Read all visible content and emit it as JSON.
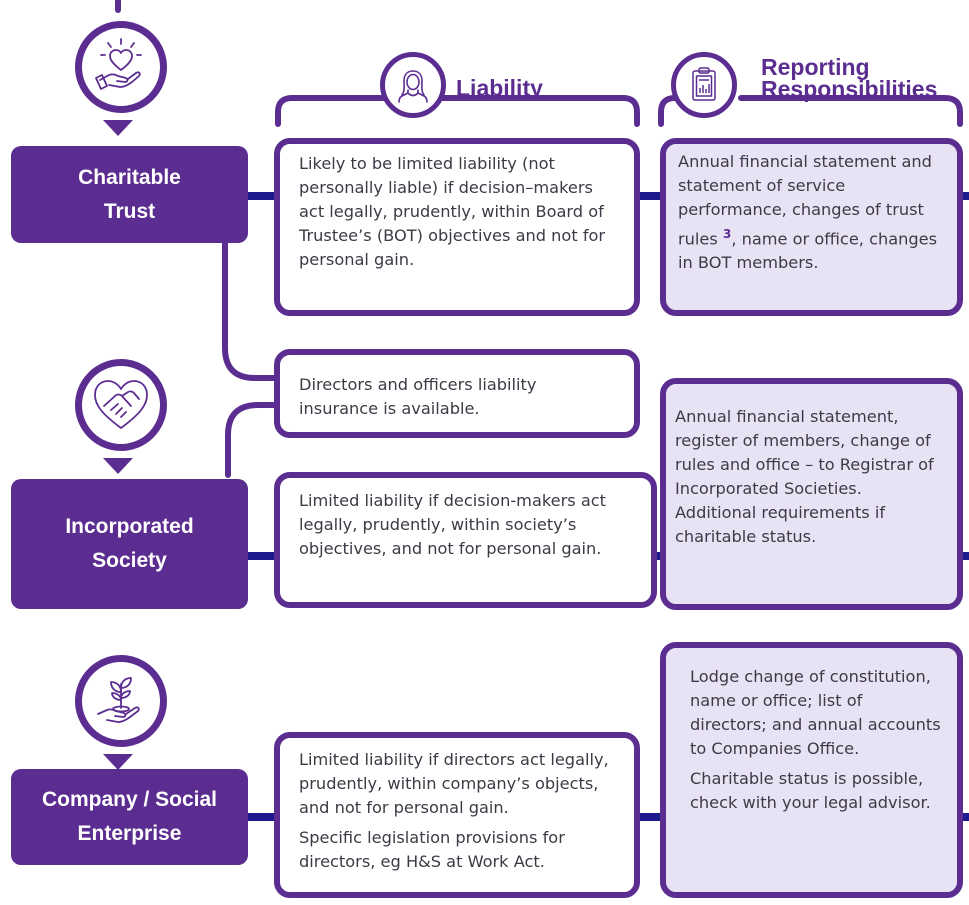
{
  "headers": {
    "liability": "Liability",
    "reporting_line1": "Reporting",
    "reporting_line2": "Responsibilities"
  },
  "entities": {
    "charitable_trust": "Charitable\nTrust",
    "incorporated_society": "Incorporated\nSociety",
    "company_social_enterprise": "Company / Social\nEnterprise"
  },
  "liability": {
    "charitable_trust": "Likely to be limited liability (not personally liable) if decision–makers act legally, prudently, within Board of Trustee’s (BOT) objectives and not for personal gain.",
    "insurance": "Directors and officers liability insurance is available.",
    "incorporated_society": "Limited liability if decision-makers act legally, prudently, within society’s objectives, and not for personal gain.",
    "company_p1": "Limited liability if directors act legally, prudently, within company’s objects, and not for personal gain.",
    "company_p2": "Specific legislation provisions for directors, eg H&S at Work Act."
  },
  "reporting": {
    "charitable_trust_before": "Annual financial statement and statement of service performance, changes of trust rules ",
    "charitable_trust_sup": "3",
    "charitable_trust_after": ", name or office, changes in BOT members.",
    "incorporated_society_p1": "Annual financial statement, register of members, change of rules and office – to Registrar of Incorporated Societies.",
    "incorporated_society_p2": "Additional requirements if charitable status.",
    "company_p1": "Lodge change of constitution, name or office; list of directors; and annual accounts to Companies Office.",
    "company_p2": "Charitable status is possible, check with your legal advisor."
  },
  "icons": {
    "charitable_trust": "heart-in-hand-icon",
    "incorporated_society": "handshake-heart-icon",
    "company_social_enterprise": "seedling-in-hand-icon",
    "liability_header": "person-icon",
    "reporting_header": "clipboard-report-icon"
  },
  "colors": {
    "brand_purple": "#5c2d91",
    "connector_navy": "#1c1a8c",
    "lilac_fill": "#e8e3f4",
    "text": "#3e3a45"
  }
}
